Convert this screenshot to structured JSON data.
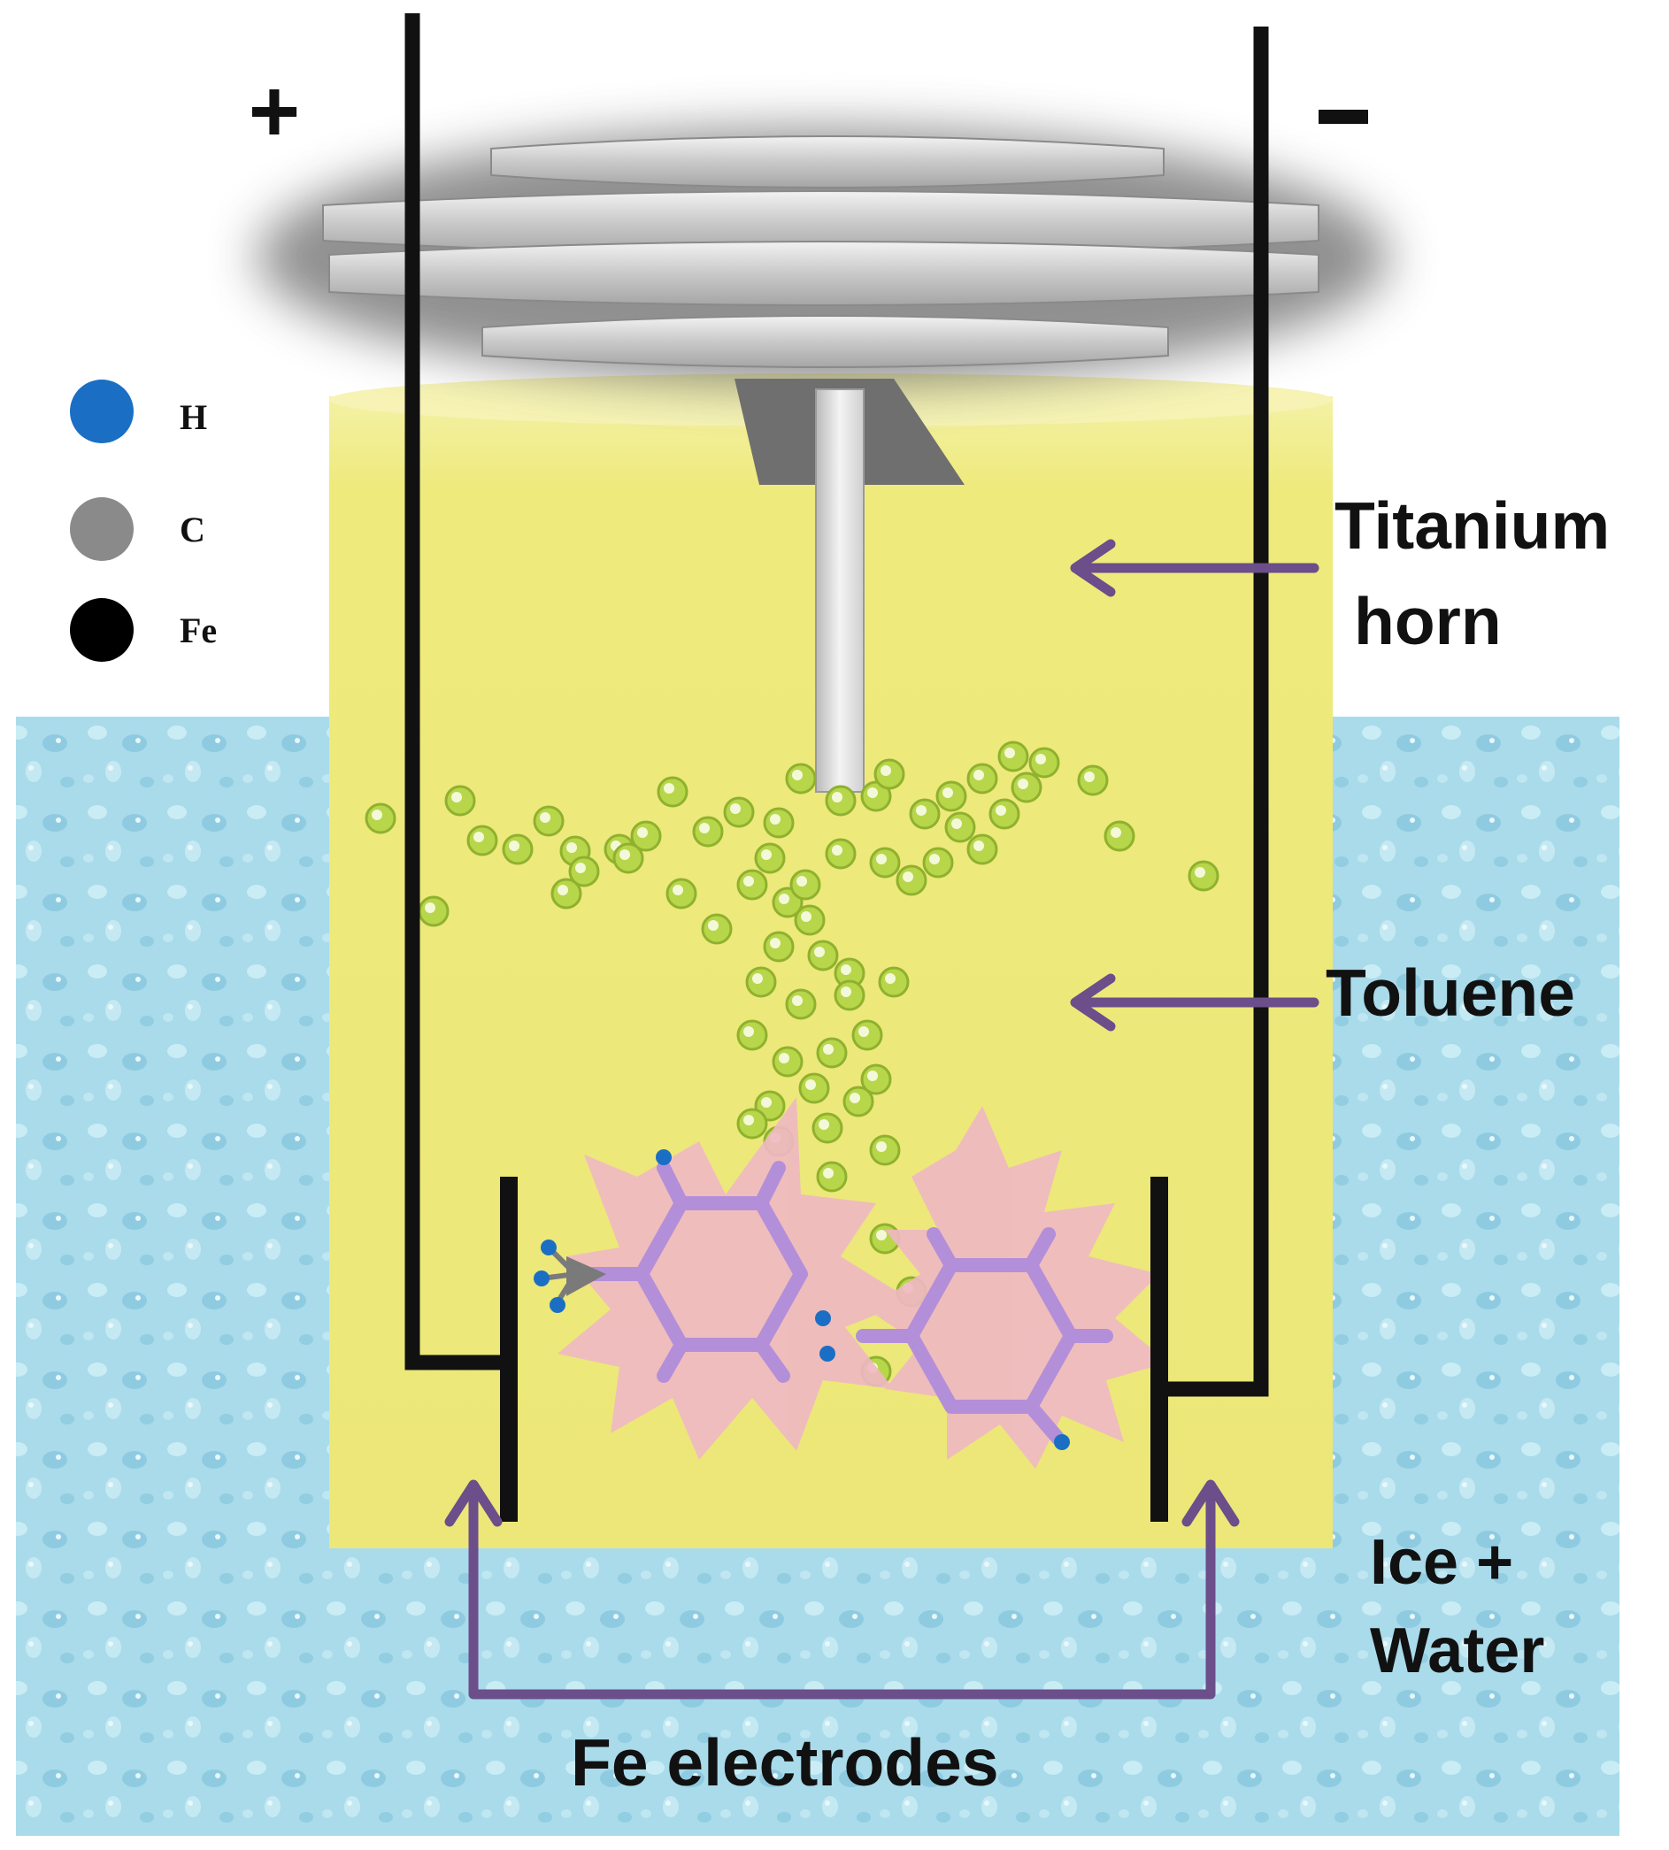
{
  "legend": [
    {
      "symbol": "H",
      "color": "#1a6fc4"
    },
    {
      "symbol": "C",
      "color": "#8a8a8a"
    },
    {
      "symbol": "Fe",
      "color": "#000000"
    }
  ],
  "terminals": {
    "positive": "+",
    "negative": "-"
  },
  "labels": {
    "titanium_line1": "Titanium",
    "titanium_line2": "horn",
    "toluene": "Toluene",
    "ice_line1": "Ice +",
    "ice_line2": "Water",
    "electrodes": "Fe electrodes"
  },
  "colors": {
    "toluene": "#eeea7c",
    "ice_water": "#a9dbea",
    "arrow": "#6b4e8a",
    "wire": "#111111",
    "spark": "#f0b8c4",
    "molecule": "#b38fd9",
    "nanoparticle": "#b8d64a"
  }
}
